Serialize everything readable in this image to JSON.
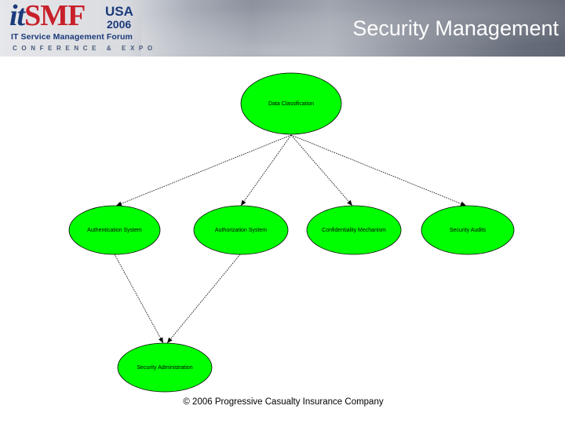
{
  "header": {
    "logo": {
      "it": "it",
      "smf": "SMF",
      "usa": "USA",
      "year": "2006",
      "subtitle": "IT Service Management Forum",
      "tagline": "CONFERENCE & EXPO"
    },
    "title": "Security Management"
  },
  "diagram": {
    "nodes": [
      {
        "id": "data-classification",
        "label": "Data Classification"
      },
      {
        "id": "authentication-system",
        "label": "Authentication System"
      },
      {
        "id": "authorization-system",
        "label": "Authorization System"
      },
      {
        "id": "confidentiality-mechanism",
        "label": "Confidentiality Mechanism"
      },
      {
        "id": "security-audits",
        "label": "Security Audits"
      },
      {
        "id": "security-administration",
        "label": "Security Administration"
      }
    ],
    "edges": [
      {
        "from": "data-classification",
        "to": "authentication-system"
      },
      {
        "from": "data-classification",
        "to": "authorization-system"
      },
      {
        "from": "data-classification",
        "to": "confidentiality-mechanism"
      },
      {
        "from": "data-classification",
        "to": "security-audits"
      },
      {
        "from": "authentication-system",
        "to": "security-administration"
      },
      {
        "from": "authorization-system",
        "to": "security-administration"
      }
    ],
    "node_fill": "#00ff00",
    "node_stroke": "#000000"
  },
  "footer": {
    "copyright": "© 2006 Progressive Casualty Insurance Company"
  }
}
